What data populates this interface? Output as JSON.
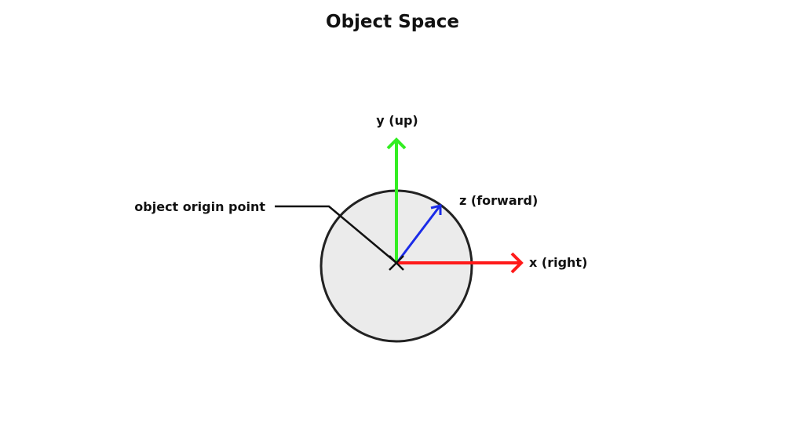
{
  "title": "Object Space",
  "labels": {
    "y_axis": "y (up)",
    "z_axis": "z (forward)",
    "x_axis": "x (right)",
    "origin": "object origin point"
  },
  "colors": {
    "x_axis": "#ff1a1a",
    "y_axis": "#33ee22",
    "z_axis": "#1a2be8",
    "object_fill": "#ebebeb",
    "object_stroke": "#222222",
    "leader_line": "#111111"
  }
}
